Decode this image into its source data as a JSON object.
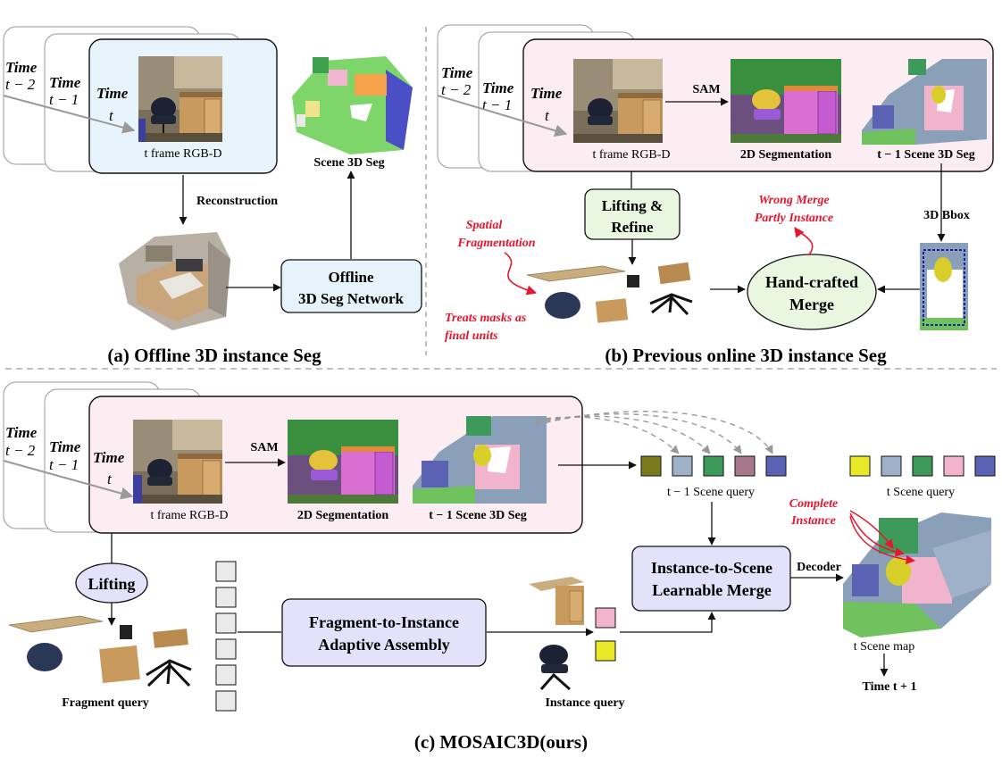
{
  "panel_a": {
    "time_t2": "Time",
    "time_t2_var": "t − 2",
    "time_t1": "Time",
    "time_t1_var": "t − 1",
    "time_t": "Time",
    "time_t_var": "t",
    "frame_caption": "t frame RGB-D",
    "reconstruction": "Reconstruction",
    "scene_seg": "Scene 3D Seg",
    "network_line1": "Offline",
    "network_line2": "3D Seg Network",
    "caption": "(a) Offline 3D instance Seg"
  },
  "panel_b": {
    "time_t2": "Time",
    "time_t2_var": "t − 2",
    "time_t1": "Time",
    "time_t1_var": "t − 1",
    "time_t": "Time",
    "time_t_var": "t",
    "frame_caption": "t frame RGB-D",
    "sam": "SAM",
    "seg2d": "2D Segmentation",
    "prev_scene": "t − 1 Scene 3D Seg",
    "lifting_line1": "Lifting &",
    "lifting_line2": "Refine",
    "bbox": "3D Bbox",
    "wrong_merge_line1": "Wrong Merge",
    "wrong_merge_line2": "Partly Instance",
    "spatial_line1": "Spatial",
    "spatial_line2": "Fragmentation",
    "treats_line1": "Treats masks as",
    "treats_line2": "final units",
    "merge_line1": "Hand-crafted",
    "merge_line2": "Merge",
    "caption": "(b) Previous online 3D instance Seg"
  },
  "panel_c": {
    "time_t2": "Time",
    "time_t2_var": "t − 2",
    "time_t1": "Time",
    "time_t1_var": "t − 1",
    "time_t": "Time",
    "time_t_var": "t",
    "frame_caption": "t frame RGB-D",
    "sam": "SAM",
    "seg2d": "2D Segmentation",
    "prev_scene": "t − 1 Scene 3D Seg",
    "prev_query": "t − 1 Scene query",
    "curr_query": "t Scene query",
    "lifting": "Lifting",
    "fragment_query": "Fragment query",
    "assembly_line1": "Fragment-to-Instance",
    "assembly_line2": "Adaptive Assembly",
    "instance_query": "Instance query",
    "merge_line1": "Instance-to-Scene",
    "merge_line2": "Learnable Merge",
    "decoder": "Decoder",
    "complete_line1": "Complete",
    "complete_line2": "Instance",
    "scene_map": "t Scene map",
    "next_time": "Time t + 1",
    "caption": "(c) MOSAIC3D(ours)"
  },
  "colors": {
    "blue_panel": "#e8f4fb",
    "pink_panel": "#fcedf2",
    "green_box": "#eaf7e0",
    "blue_box": "#e6f3fb",
    "purple_box": "#e4e2fa",
    "red_annot": "#e6162c"
  },
  "query_colors_prev": [
    "#7a7a1c",
    "#9fb1c9",
    "#3d9a5b",
    "#a7788c",
    "#5c62b3"
  ],
  "query_colors_curr": [
    "#e8e829",
    "#9fb1c9",
    "#3d9a5b",
    "#f1b4cc",
    "#5c62b3"
  ],
  "instance_query_colors": [
    "#f1b4cc",
    "#e8e829"
  ],
  "icons": [
    "desk-photo",
    "scene-mesh",
    "segmentation-map",
    "chair-fragment",
    "table-fragment",
    "drawer-fragment"
  ]
}
